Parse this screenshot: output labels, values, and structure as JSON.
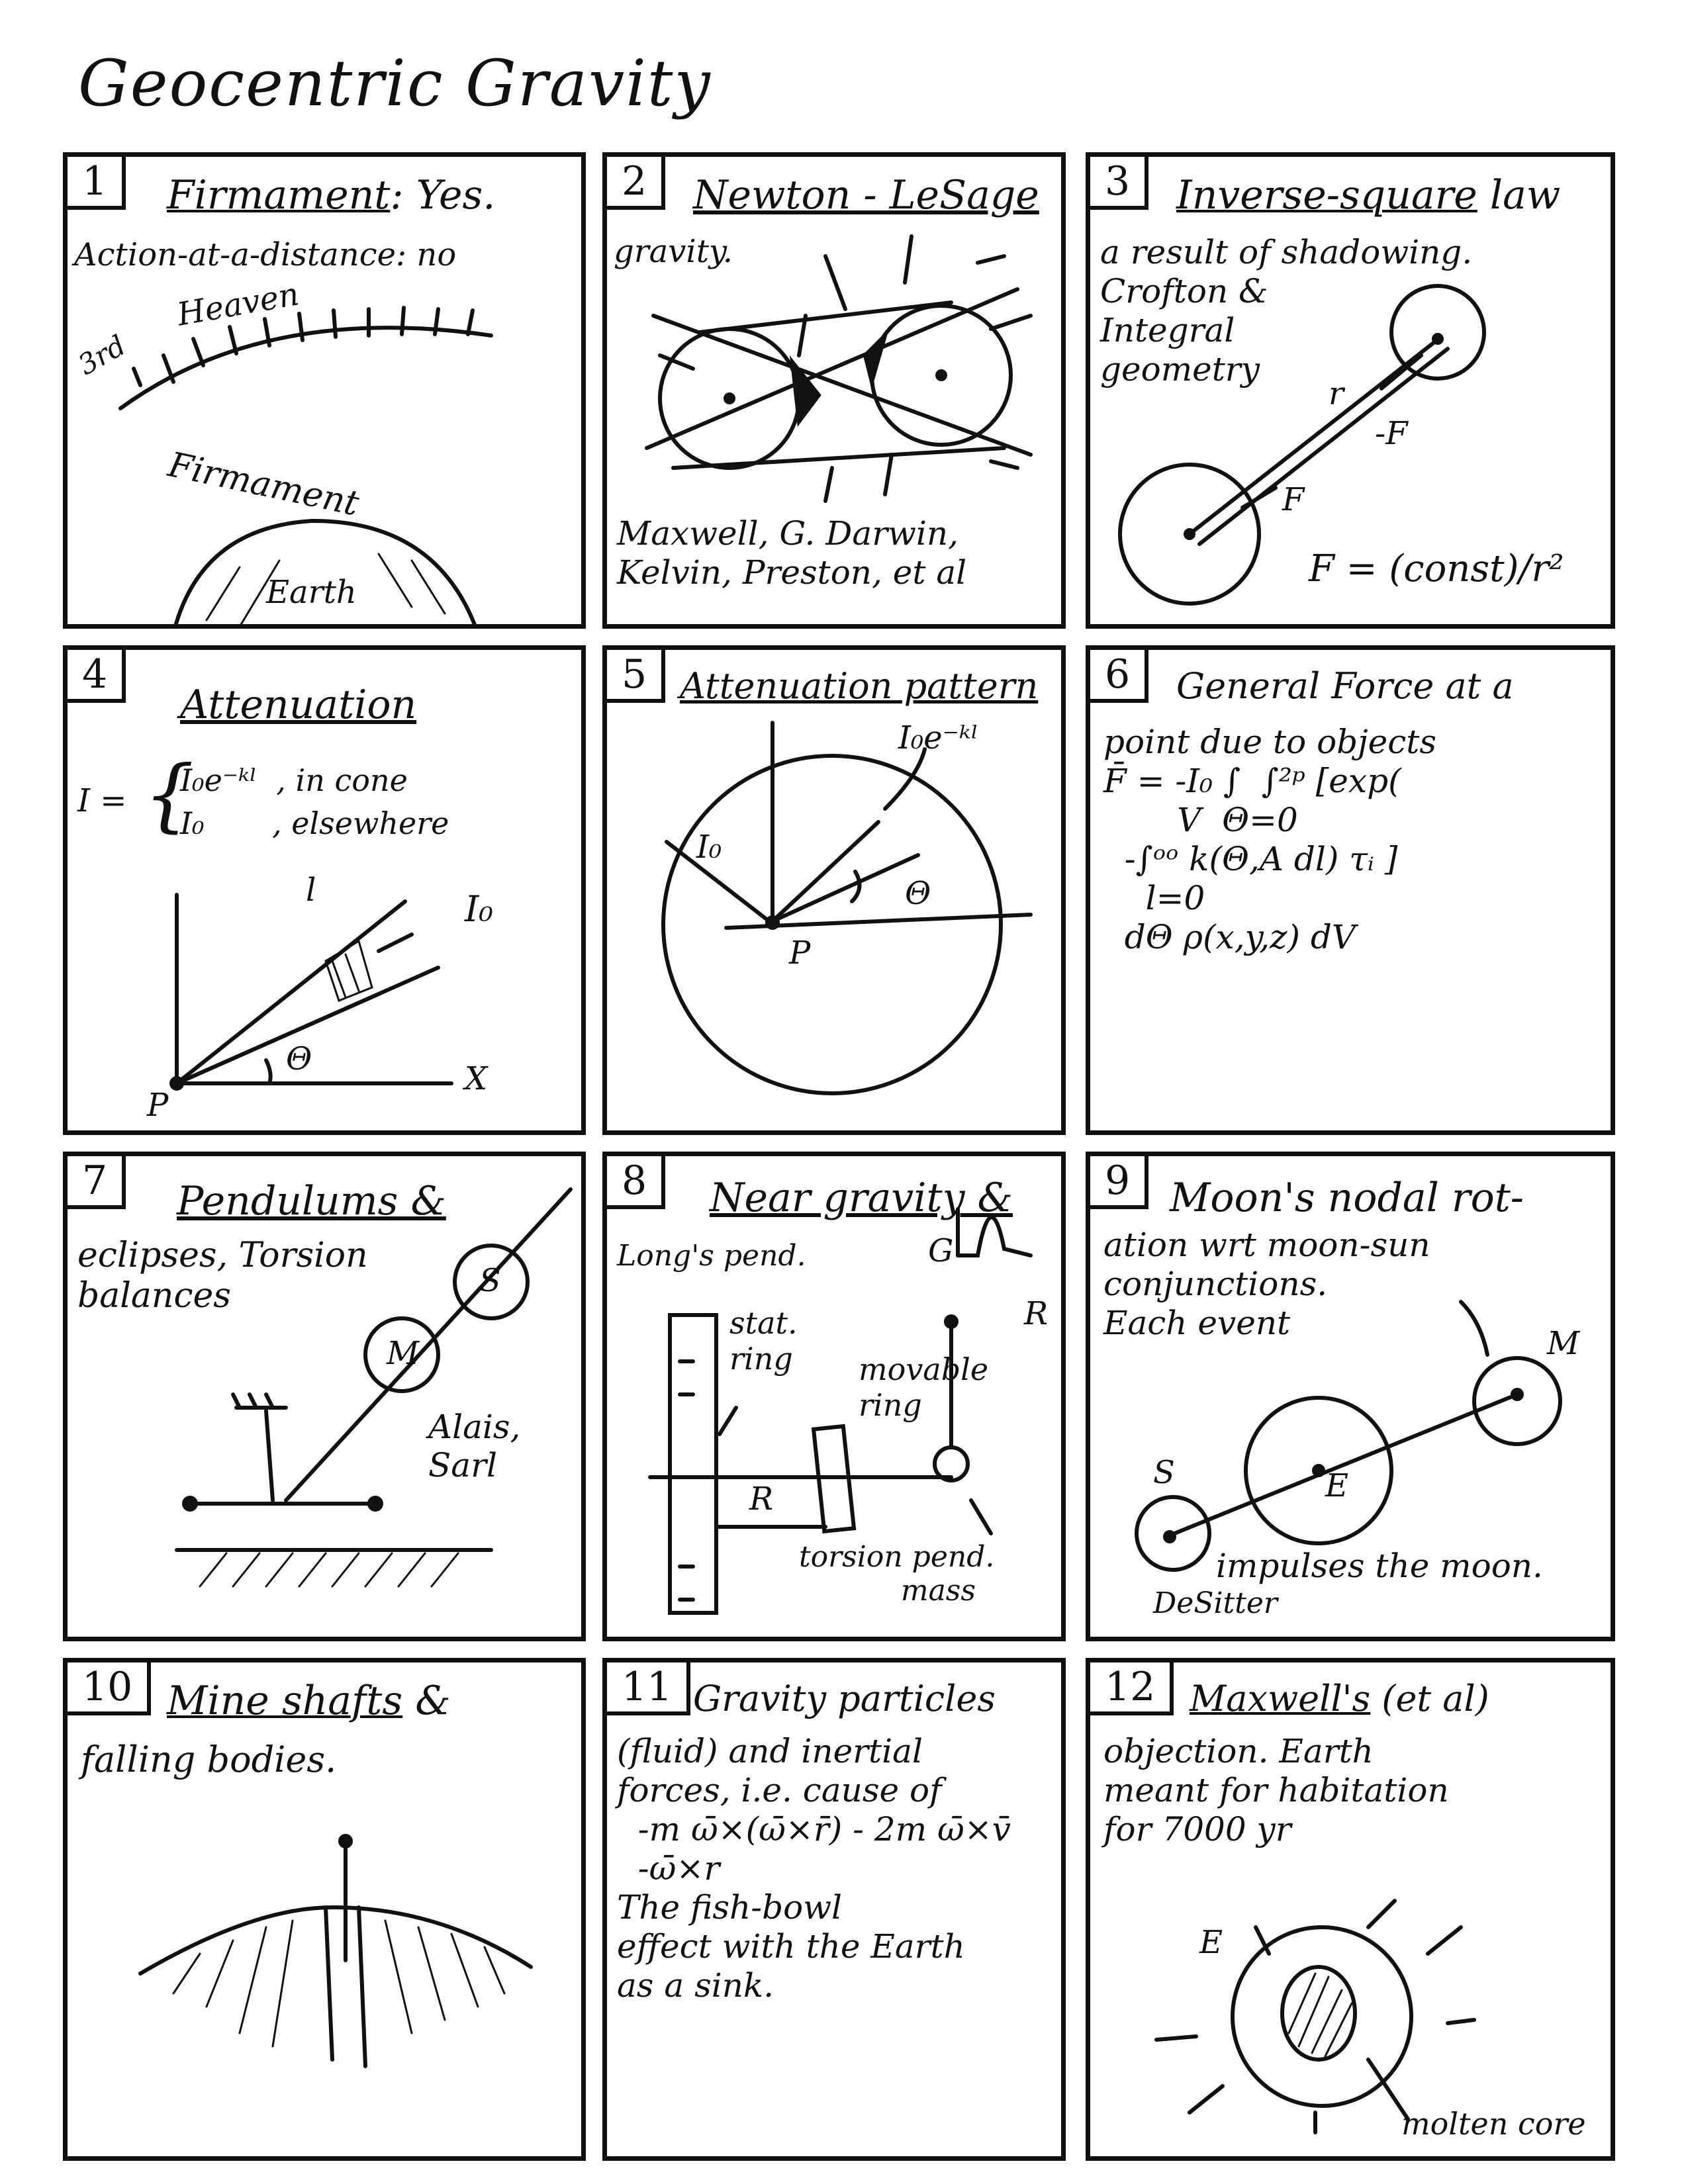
{
  "title": "Geocentric Gravity",
  "panels": {
    "p1": {
      "num": "1",
      "heading": "Firmament: Yes.",
      "heading_u": "Firmament",
      "heading_rest": ": Yes.",
      "line1": "Action-at-a-distance: no",
      "labels": {
        "third": "3rd",
        "heaven": "Heaven",
        "firmament": "Firmament",
        "earth": "Earth"
      }
    },
    "p2": {
      "num": "2",
      "heading": "Newton - LeSage",
      "line1": "gravity.",
      "credits": "Maxwell, G. Darwin,\nKelvin, Preston, et al"
    },
    "p3": {
      "num": "3",
      "heading": "Inverse-square law",
      "heading_u": "Inverse-square",
      "heading_rest": " law",
      "text": "a result of shadowing.\nCrofton &\nIntegral\ngeometry",
      "labels": {
        "r": "r",
        "negF": "-F",
        "F": "F",
        "formula": "F = (const)/r²"
      }
    },
    "p4": {
      "num": "4",
      "heading": "Attenuation",
      "eq_lhs": "I =",
      "eq_case1": "I₀e⁻ᵏˡ  , in cone",
      "eq_case2": "I₀       , elsewhere",
      "labels": {
        "l": "l",
        "I0": "I₀",
        "theta": "Θ",
        "P": "P",
        "X": "X"
      }
    },
    "p5": {
      "num": "5",
      "heading": "Attenuation pattern",
      "labels": {
        "I0e": "I₀e⁻ᵏˡ",
        "I0": "I₀",
        "theta": "Θ",
        "P": "P"
      }
    },
    "p6": {
      "num": "6",
      "heading": "General Force at a",
      "heading_u": "General",
      "text": "point due to objects\nF̄ = -I₀ ∫  ∫²ᵖ [exp(\n       V  Θ=0\n  -∫ᵒᵒ k(Θ,A dl) τᵢ ]\n    l=0\n  dΘ ρ(x,y,z) dV"
    },
    "p7": {
      "num": "7",
      "heading": "Pendulums &",
      "text": "eclipses, Torsion\nbalances",
      "labels": {
        "S": "S",
        "M": "M",
        "allais": "Alais,\nSarl"
      }
    },
    "p8": {
      "num": "8",
      "heading": "Near gravity &",
      "labels": {
        "longs": "Long's pend.",
        "G": "G",
        "R1": "R",
        "stat": "stat.\nring",
        "movable": "movable\nring",
        "R2": "R",
        "torsion": "torsion pend.\n           mass"
      }
    },
    "p9": {
      "num": "9",
      "heading": "Moon's nodal rot-",
      "text": "ation wrt moon-sun\nconjunctions.\nEach event",
      "labels": {
        "M": "M",
        "S": "S",
        "E": "E",
        "impulse": "impulses the moon.",
        "desitter": "DeSitter"
      }
    },
    "p10": {
      "num": "10",
      "heading": "Mine shafts &",
      "heading_u": "Mine shafts",
      "text": "falling bodies."
    },
    "p11": {
      "num": "11",
      "heading": "Gravity particles",
      "text": "(fluid) and inertial\nforces, i.e. cause of\n  -m ω̄×(ω̄×r̄) - 2m ω̄×v̄\n  -ω̄×r\nThe fish-bowl\neffect with the Earth\nas a sink."
    },
    "p12": {
      "num": "12",
      "heading": "Maxwell's (et al)",
      "heading_u": "Maxwell's",
      "text": "objection. Earth\nmeant for habitation\nfor 7000 yr",
      "labels": {
        "E": "E",
        "molten": "molten core"
      }
    }
  }
}
